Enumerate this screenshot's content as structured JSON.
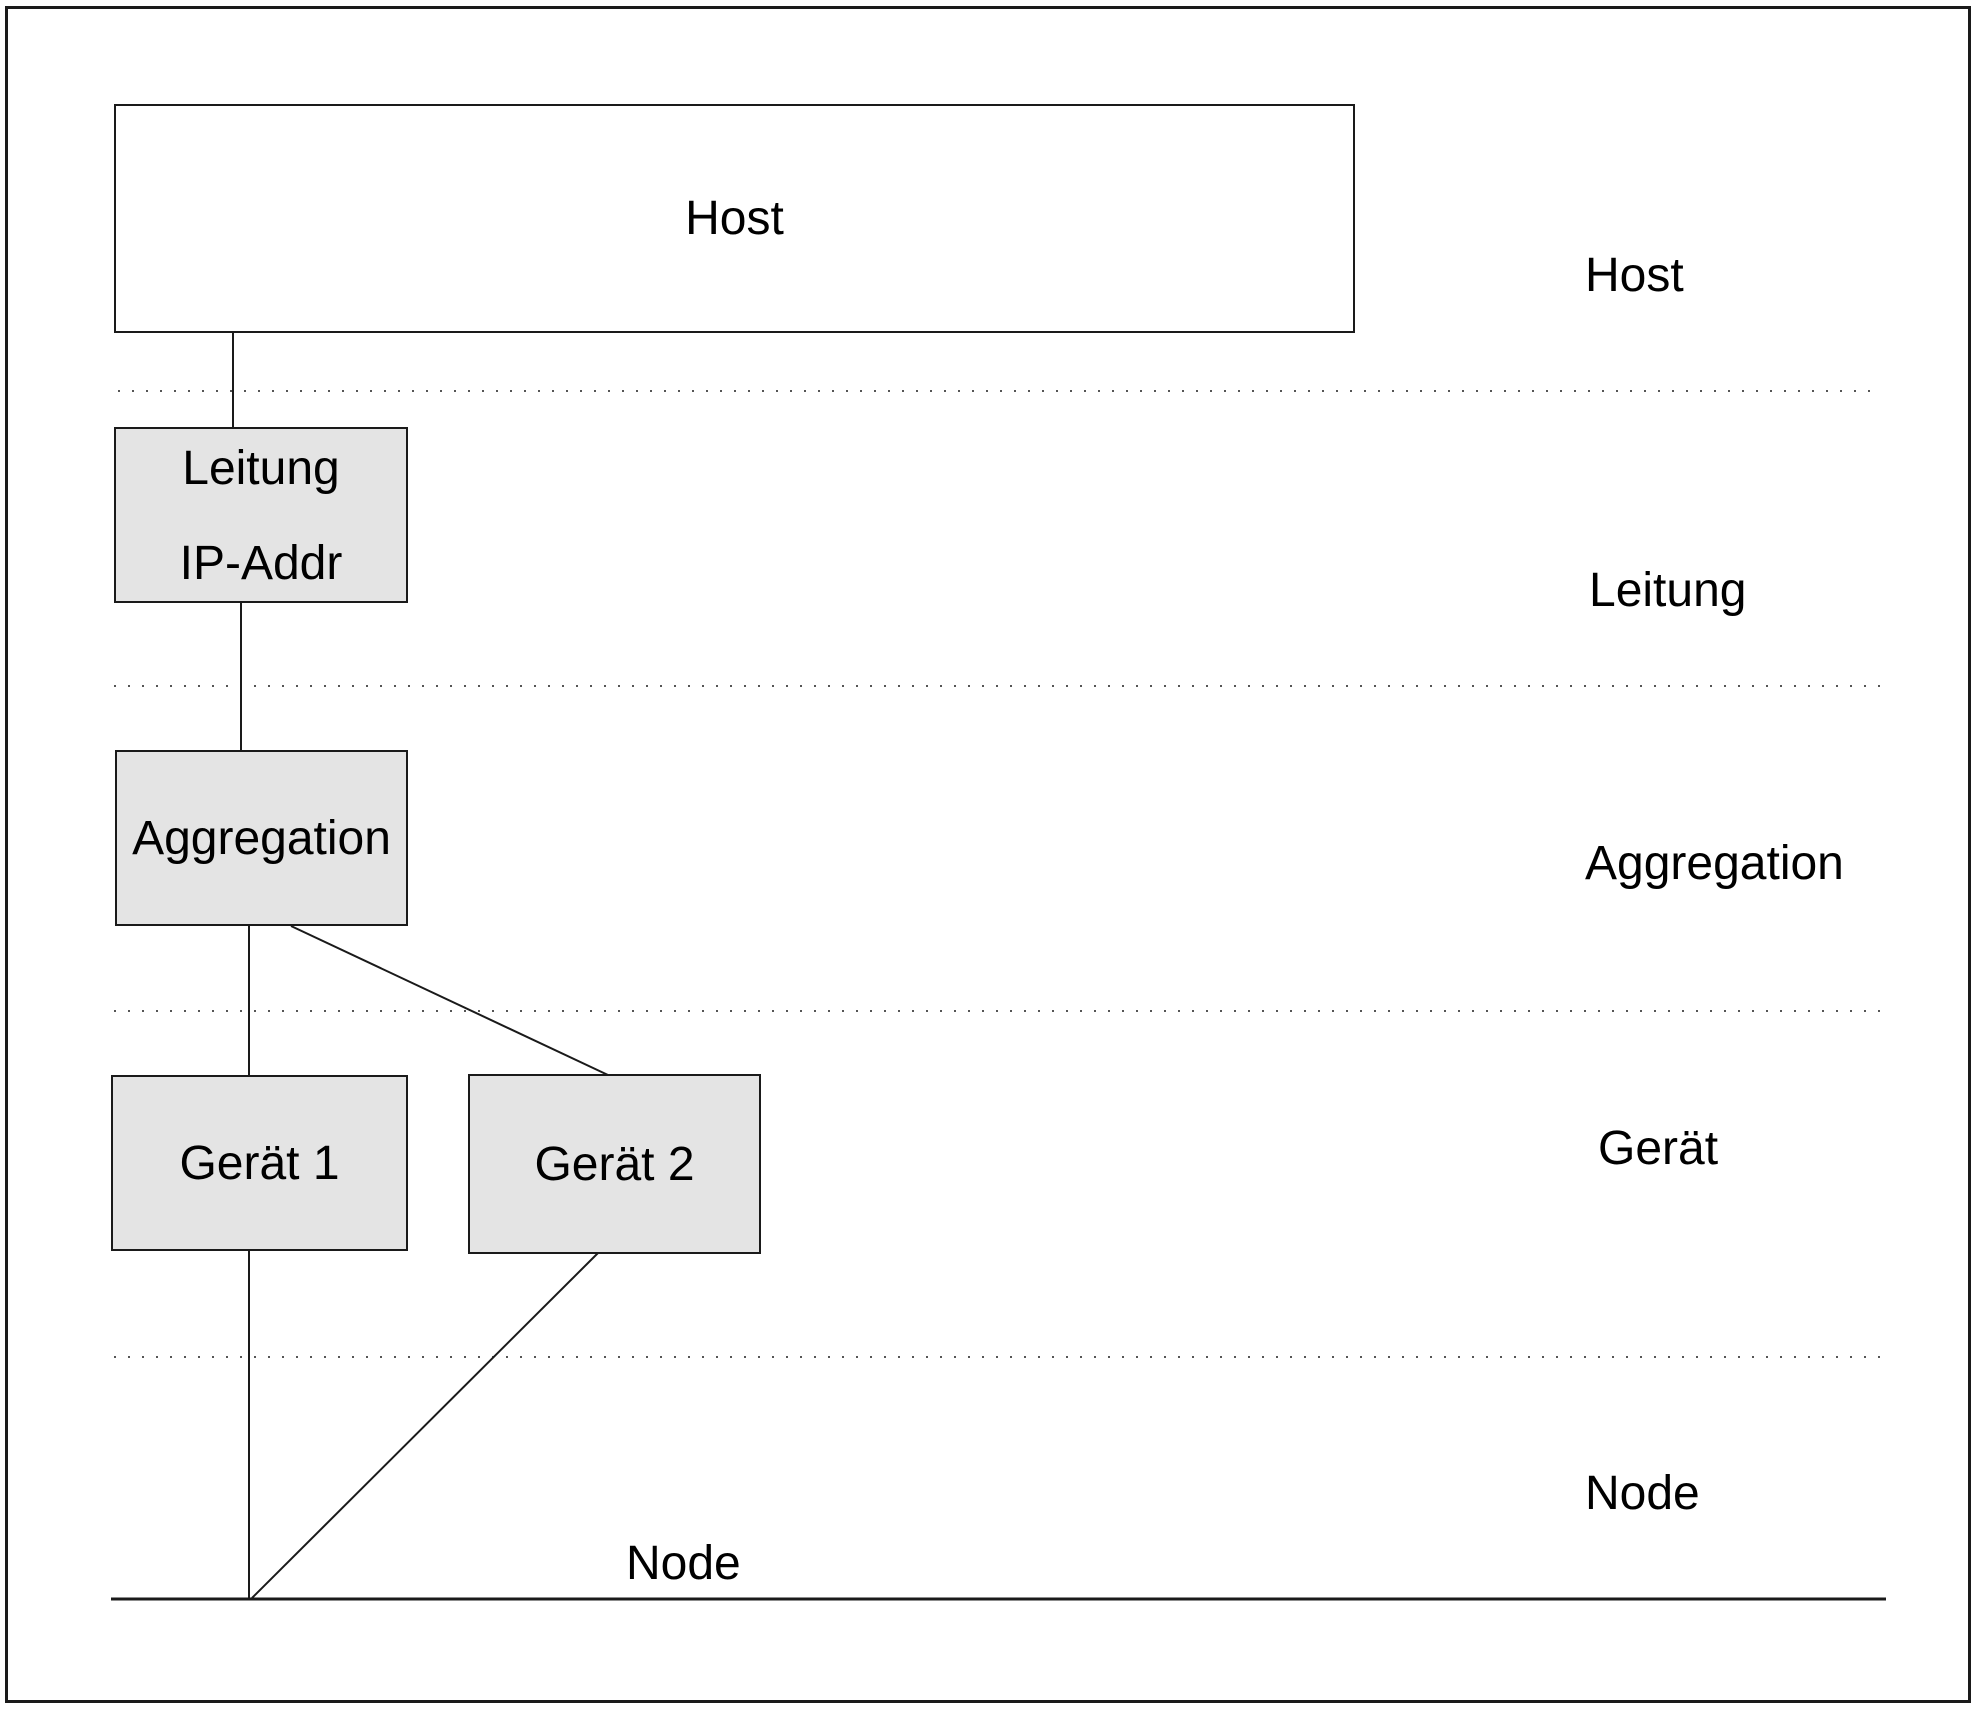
{
  "boxes": {
    "host": {
      "label": "Host"
    },
    "leitung": {
      "label": "Leitung",
      "sublabel": "IP-Addr"
    },
    "aggregation": {
      "label": "Aggregation"
    },
    "geraet1": {
      "label": "Gerät 1"
    },
    "geraet2": {
      "label": "Gerät 2"
    }
  },
  "node_bus": {
    "label": "Node"
  },
  "layers": [
    {
      "label": "Host"
    },
    {
      "label": "Leitung"
    },
    {
      "label": "Aggregation"
    },
    {
      "label": "Gerät"
    },
    {
      "label": "Node"
    }
  ],
  "colors": {
    "box_fill": "#e4e4e4",
    "stroke": "#1a1a1a",
    "separator": "#555555"
  }
}
